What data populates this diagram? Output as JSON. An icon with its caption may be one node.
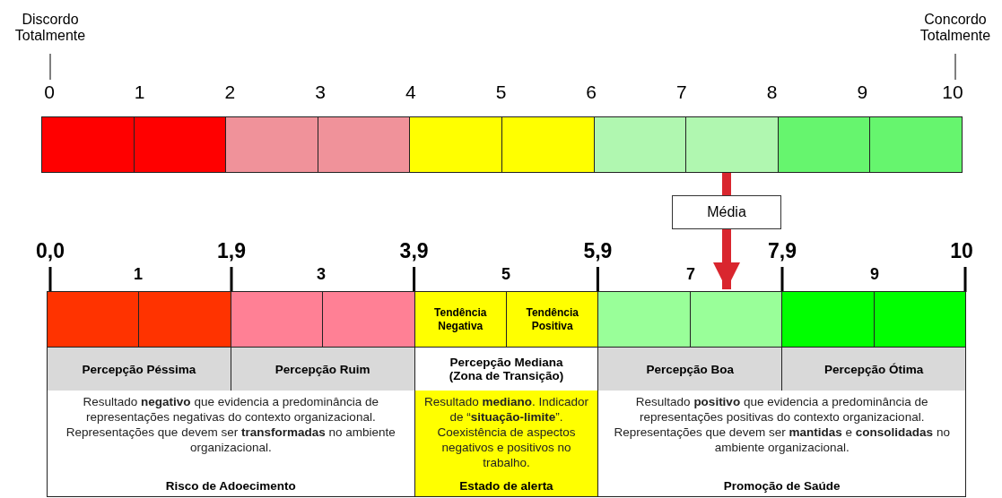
{
  "diagram": {
    "nodes": [
      {
        "text": [
          "Discordo Totalmente"
        ]
      },
      {
        "text": [
          "Concordo Totalmente"
        ]
      },
      {
        "text": [],
        "shape": "box"
      },
      {
        "text": [],
        "shape": "box"
      },
      {
        "text": [],
        "shape": "box"
      },
      {
        "text": [],
        "shape": "box"
      },
      {
        "text": [],
        "shape": "box"
      },
      {
        "text": [],
        "shape": "box"
      },
      {
        "text": [],
        "shape": "box"
      },
      {
        "text": [],
        "shape": "box"
      },
      {
        "text": [],
        "shape": "box"
      },
      {
        "text": [],
        "shape": "box"
      },
      {
        "text": [],
        "shape": "box"
      },
      {
        "text": [],
        "shape": "box"
      },
      {
        "text": [],
        "shape": "box"
      },
      {
        "text": [],
        "shape": "box"
      },
      {
        "text": [
          "Tendência Negativa"
        ]
      },
      {
        "text": [
          "Tendência Positiva"
        ]
      },
      {
        "text": [],
        "shape": "box"
      },
      {
        "text": [],
        "shape": "box"
      },
      {
        "text": [],
        "shape": "box"
      },
      {
        "text": [],
        "shape": "box"
      },
      {
        "text": [
          "Percepção Péssima"
        ]
      },
      {
        "text": [
          "Percepção Ruim"
        ]
      },
      {
        "text": [
          "Percepção Mediana (Zona de Transição)"
        ]
      },
      {
        "text": [
          "Percepção Boa"
        ]
      },
      {
        "text": [
          "Percepção Ótima"
        ]
      },
      {
        "text": [
          "Resultado **negativo** que evidencia a predominância de representações negativas do contexto organizacional. Representações que devem ser **transformadas** no ambiente organizacional.",
          "Risco de Adoecimento"
        ]
      },
      {
        "text": [
          "Resultado **mediano**. Indicador de “**situação-limite**”. Coexistência de aspectos negativos e positivos no trabalho.",
          "Estado de alerta"
        ]
      },
      {
        "text": [
          "Resultado **positivo** que evidencia a predominância de representações positivas do contexto organizacional. Representações que devem ser **mantidas** e **consolidadas** no ambiente organizacional.",
          "Promoção de Saúde"
        ]
      },
      {
        "text": [
          "0"
        ]
      },
      {
        "text": [
          "10"
        ]
      }
    ],
    "edges": [
      {
        "from": 0,
        "to": 30,
        "arrow": "none"
      },
      {
        "from": 1,
        "to": 31,
        "arrow": "none"
      },
      {
        "from": 9,
        "to": 19,
        "arrow": "to",
        "label": "Média",
        "style": "thick",
        "color": "#d9262e"
      }
    ],
    "labels": [
      "1",
      "2",
      "3",
      "4",
      "5",
      "6",
      "7",
      "8",
      "9",
      "0,0",
      "1,9",
      "3,9",
      "5,9",
      "7,9",
      "10",
      "1",
      "3",
      "5",
      "7",
      "9"
    ]
  }
}
